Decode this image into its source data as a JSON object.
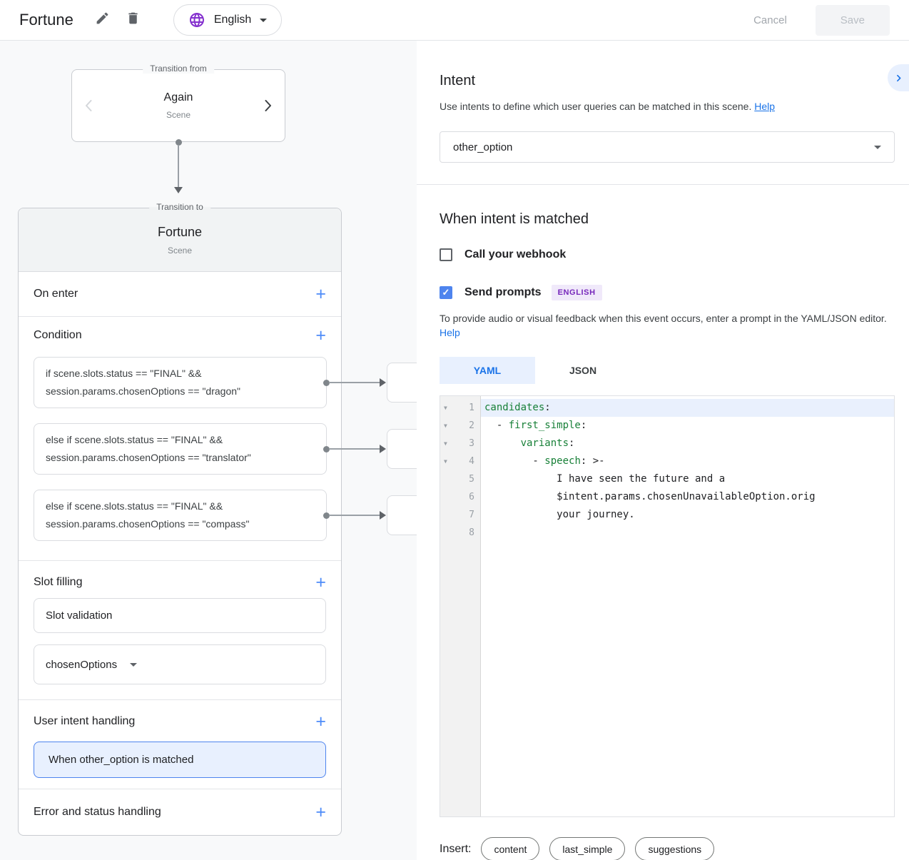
{
  "header": {
    "title": "Fortune",
    "language": "English",
    "cancel_label": "Cancel",
    "save_label": "Save"
  },
  "flow": {
    "from": {
      "legend": "Transition from",
      "name": "Again",
      "type": "Scene"
    },
    "to": {
      "legend": "Transition to",
      "name": "Fortune",
      "type": "Scene"
    }
  },
  "scene": {
    "sections": {
      "on_enter": "On enter",
      "condition": "Condition",
      "slot_filling": "Slot filling",
      "user_intent": "User intent handling",
      "error": "Error and status handling"
    },
    "conditions": [
      {
        "line1": "if scene.slots.status == \"FINAL\" &&",
        "line2": "session.params.chosenOptions == \"dragon\""
      },
      {
        "line1": "else if scene.slots.status == \"FINAL\" &&",
        "line2": "session.params.chosenOptions == \"translator\""
      },
      {
        "line1": "else if scene.slots.status == \"FINAL\" &&",
        "line2": "session.params.chosenOptions == \"compass\""
      }
    ],
    "slot_validation": "Slot validation",
    "slot_dropdown": "chosenOptions",
    "intent_handler": "When other_option is matched"
  },
  "intent_panel": {
    "title": "Intent",
    "description": "Use intents to define which user queries can be matched in this scene.",
    "help": "Help",
    "selected_intent": "other_option",
    "matched_title": "When intent is matched",
    "webhook_label": "Call your webhook",
    "prompts_label": "Send prompts",
    "language_badge": "ENGLISH",
    "prompt_description": "To provide audio or visual feedback when this event occurs, enter a prompt in the YAML/JSON editor.",
    "prompt_help": "Help",
    "tabs": [
      {
        "label": "YAML",
        "active": true
      },
      {
        "label": "JSON",
        "active": false
      }
    ],
    "insert_label": "Insert:",
    "insert_chips": [
      "content",
      "last_simple",
      "suggestions"
    ]
  },
  "editor": {
    "lines": [
      {
        "num": 1,
        "fold": true,
        "active": true,
        "segments": [
          {
            "type": "key",
            "text": "candidates"
          },
          {
            "type": "plain",
            "text": ":"
          }
        ]
      },
      {
        "num": 2,
        "fold": true,
        "active": false,
        "segments": [
          {
            "type": "plain",
            "text": "  - "
          },
          {
            "type": "key",
            "text": "first_simple"
          },
          {
            "type": "plain",
            "text": ":"
          }
        ]
      },
      {
        "num": 3,
        "fold": true,
        "active": false,
        "segments": [
          {
            "type": "plain",
            "text": "      "
          },
          {
            "type": "key",
            "text": "variants"
          },
          {
            "type": "plain",
            "text": ":"
          }
        ]
      },
      {
        "num": 4,
        "fold": true,
        "active": false,
        "segments": [
          {
            "type": "plain",
            "text": "        - "
          },
          {
            "type": "key",
            "text": "speech"
          },
          {
            "type": "plain",
            "text": ": >-"
          }
        ]
      },
      {
        "num": 5,
        "fold": false,
        "active": false,
        "segments": [
          {
            "type": "plain",
            "text": "            I have seen the future and a"
          }
        ]
      },
      {
        "num": 6,
        "fold": false,
        "active": false,
        "segments": [
          {
            "type": "plain",
            "text": "            $intent.params.chosenUnavailableOption.orig"
          }
        ]
      },
      {
        "num": 7,
        "fold": false,
        "active": false,
        "segments": [
          {
            "type": "plain",
            "text": "            your journey."
          }
        ]
      },
      {
        "num": 8,
        "fold": false,
        "active": false,
        "segments": []
      }
    ]
  },
  "colors": {
    "accent_blue": "#1a73e8",
    "checkbox_blue": "#4e84ee",
    "globe_purple": "#8430ce",
    "key_green": "#188038",
    "selected_bg": "#e8f0fe"
  }
}
